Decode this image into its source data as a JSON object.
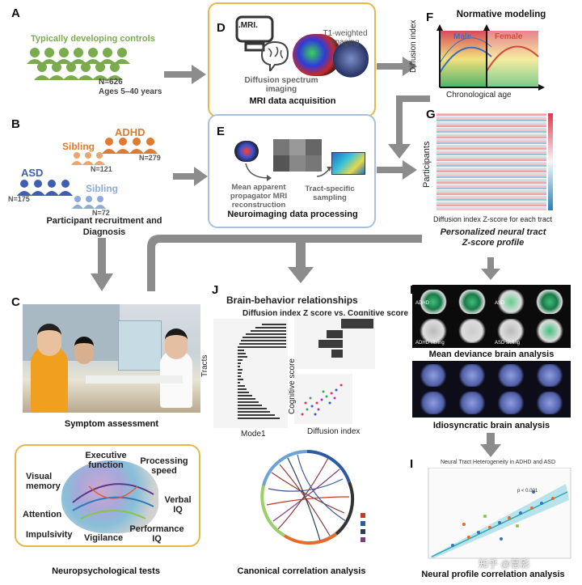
{
  "panels": {
    "a": {
      "label": "A",
      "title": "Typically developing controls",
      "n": "N=626",
      "ages": "Ages 5–40 years"
    },
    "b": {
      "label": "B",
      "adhd": "ADHD",
      "sibling_top": "Sibling",
      "n_adhd": "N=279",
      "n_sib_top": "N=121",
      "asd": "ASD",
      "sibling_bottom": "Sibling",
      "n_asd": "N=175",
      "n_sib_bottom": "N=72",
      "caption": "Participant recruitment and Diagnosis"
    },
    "c": {
      "label": "C",
      "caption": "Symptom assessment"
    },
    "d": {
      "label": "D",
      "mri": ".MRI.",
      "t1": "T1-weighted imaging",
      "dsi": "Diffusion spectrum imaging",
      "caption": "MRI data acquisition"
    },
    "e": {
      "label": "E",
      "mapmri": "Mean apparent propagator MRI reconstruction",
      "tract": "Tract-specific sampling",
      "caption": "Neuroimaging data processing"
    },
    "f": {
      "label": "F",
      "title": "Normative modeling",
      "ylabel": "Diffusion index",
      "xlabel": "Chronological age",
      "male": "Male",
      "female": "Female"
    },
    "g": {
      "label": "G",
      "ylabel": "Participants",
      "xlabel": "Diffusion index Z-score for each tract",
      "caption": "Personalized neural tract Z-score profile"
    },
    "h": {
      "label": "H",
      "caption_mean": "Mean deviance brain analysis",
      "caption_idio": "Idiosyncratic brain analysis",
      "adhd": "ADHD",
      "asd": "ASD",
      "adhd_sib": "ADHD sibling",
      "asd_sib": "ASD sibling"
    },
    "i": {
      "label": "I",
      "title": "Neural Tract Heterogeneity in ADHD and ASD",
      "caption": "Neural profile correlation analysis",
      "stats": "p < 0.001"
    },
    "j": {
      "label": "J",
      "title": "Brain-behavior relationships",
      "sub": "Diffusion index Z score vs. Cognitive score",
      "tracts": "Tracts",
      "mode1": "Mode1",
      "cog": "Cognitive score",
      "diff": "Diffusion index",
      "caption": "Canonical correlation analysis"
    }
  },
  "neuro": {
    "caption": "Neuropsychological tests",
    "items": [
      "Executive function",
      "Visual memory",
      "Processing speed",
      "Verbal IQ",
      "Attention",
      "Impulsivity",
      "Vigilance",
      "Performance IQ"
    ]
  },
  "watermark": "知乎 @慧影",
  "colors": {
    "green": "#7aab4e",
    "orange": "#e07a2e",
    "blue": "#3f5fae",
    "lightblue": "#8fa9d9",
    "arrow": "#8c8c8c",
    "gold": "#e5b84c"
  }
}
